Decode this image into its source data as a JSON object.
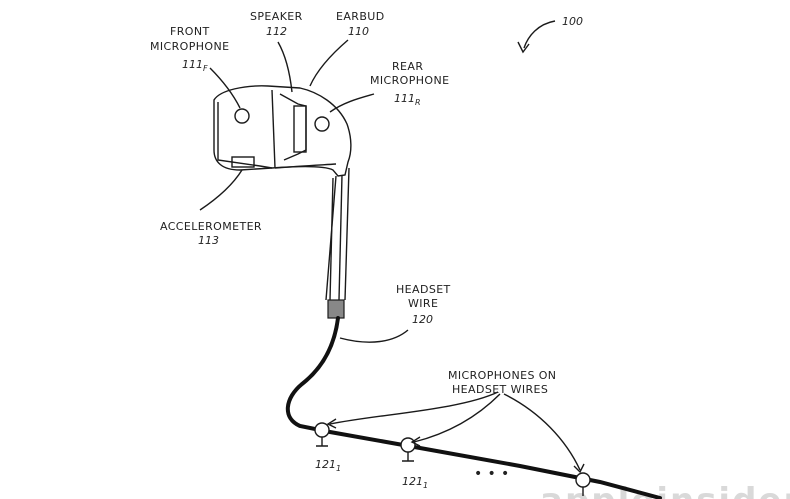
{
  "figure_ref": "100",
  "labels": {
    "front_mic_line1": "FRONT",
    "front_mic_line2": "MICROPHONE",
    "front_mic_ref": "111",
    "front_mic_sub": "F",
    "speaker": "SPEAKER",
    "speaker_ref": "112",
    "earbud": "EARBUD",
    "earbud_ref": "110",
    "rear_mic_line1": "REAR",
    "rear_mic_line2": "MICROPHONE",
    "rear_mic_ref": "111",
    "rear_mic_sub": "R",
    "accelerometer": "ACCELEROMETER",
    "accelerometer_ref": "113",
    "headset_wire_line1": "HEADSET",
    "headset_wire_line2": "WIRE",
    "headset_wire_ref": "120",
    "mics_on_wires_line1": "MICROPHONES ON",
    "mics_on_wires_line2": "HEADSET WIRES",
    "wire_mic_1_ref": "121",
    "wire_mic_1_sub": "1",
    "wire_mic_2_ref": "121",
    "wire_mic_2_sub": "1",
    "ellipsis": "• • •"
  },
  "watermark": "appleinsider"
}
